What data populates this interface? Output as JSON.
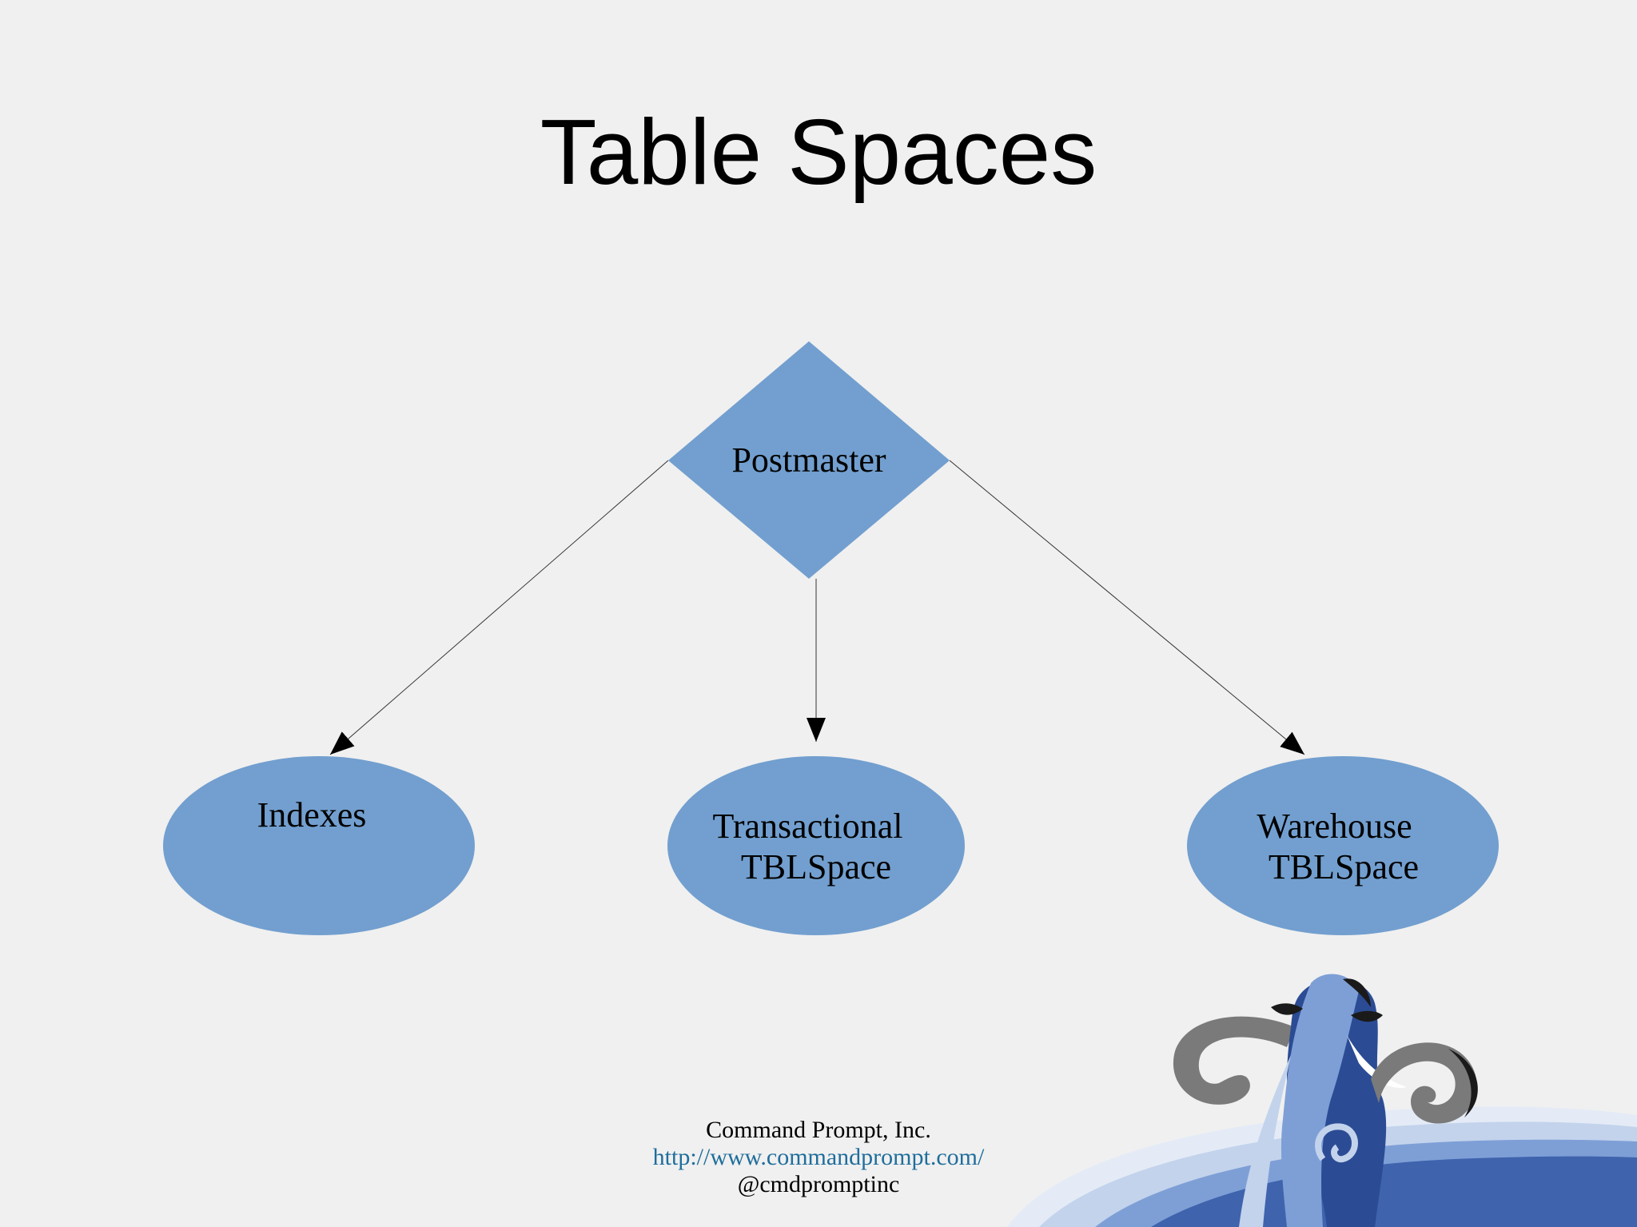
{
  "title": "Table Spaces",
  "diagram": {
    "root": {
      "label": "Postmaster",
      "shape": "diamond"
    },
    "children": [
      {
        "lines": [
          "Indexes"
        ],
        "shape": "ellipse"
      },
      {
        "lines": [
          "Transactional",
          "TBLSpace"
        ],
        "shape": "ellipse"
      },
      {
        "lines": [
          "Warehouse",
          "TBLSpace"
        ],
        "shape": "ellipse"
      }
    ],
    "edges": [
      {
        "from": "Postmaster",
        "to": "Indexes"
      },
      {
        "from": "Postmaster",
        "to": "Transactional TBLSpace"
      },
      {
        "from": "Postmaster",
        "to": "Warehouse TBLSpace"
      }
    ]
  },
  "footer": {
    "company": "Command Prompt, Inc.",
    "url": "http://www.commandprompt.com/",
    "handle": "@cmdpromptinc"
  },
  "colors": {
    "node_fill": "#729fcf",
    "background": "#f0f0f0",
    "link": "#1f6e9c",
    "logo_dark_blue": "#2b4c94",
    "logo_mid_blue": "#7e9fd6",
    "logo_light_blue": "#c3d3ec",
    "logo_gray": "#7a7a7a"
  },
  "logo": {
    "icon": "postgresql-elephant-icon"
  }
}
